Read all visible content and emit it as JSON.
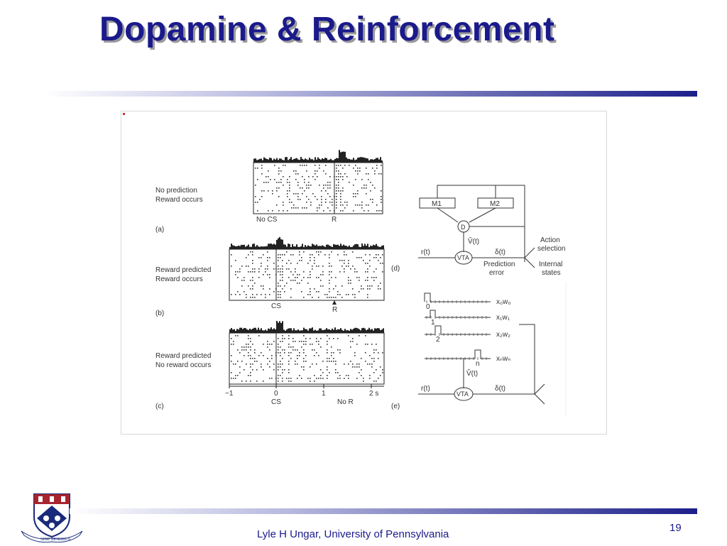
{
  "slide": {
    "title": "Dopamine & Reinforcement",
    "footer": "Lyle H Ungar, University of Pennsylvania",
    "page_number": "19"
  },
  "figure": {
    "panel_a": {
      "label": "(a)",
      "desc_line1": "No prediction",
      "desc_line2": "Reward occurs",
      "marker_left": "No CS",
      "marker_right": "R"
    },
    "panel_b": {
      "label": "(b)",
      "desc_line1": "Reward predicted",
      "desc_line2": "Reward occurs",
      "marker_left": "CS",
      "marker_right": "R"
    },
    "panel_c": {
      "label": "(c)",
      "desc_line1": "Reward predicted",
      "desc_line2": "No reward occurs",
      "tick_m1": "−1",
      "tick_0": "0",
      "tick_1": "1",
      "tick_2": "2 s",
      "marker_left": "CS",
      "marker_right": "No R"
    },
    "panel_d": {
      "label": "(d)",
      "m1": "M1",
      "m2": "M2",
      "d": "D",
      "v_hat": "V̂(t)",
      "r": "r(t)",
      "vta": "VTA",
      "delta": "δ(t)",
      "pe1": "Prediction",
      "pe2": "error",
      "as1": "Action",
      "as2": "selection",
      "is1": "Internal",
      "is2": "states"
    },
    "panel_e": {
      "label": "(e)",
      "x0": "x₀w₀",
      "x1": "x₁w₁",
      "x2": "x₂w₂",
      "xn": "xₙwₙ",
      "n0": "0",
      "n1": "1",
      "n2": "2",
      "nn": "n",
      "v_hat": "V̂(t)",
      "r": "r(t)",
      "vta": "VTA",
      "delta": "δ(t)"
    }
  },
  "crest": {
    "motto": "SINE MORIBUS"
  },
  "colors": {
    "title": "#1a1a8c",
    "accent_bar": "#1c1f8a",
    "crest_red": "#a8242f",
    "crest_blue": "#1a2a7a"
  }
}
